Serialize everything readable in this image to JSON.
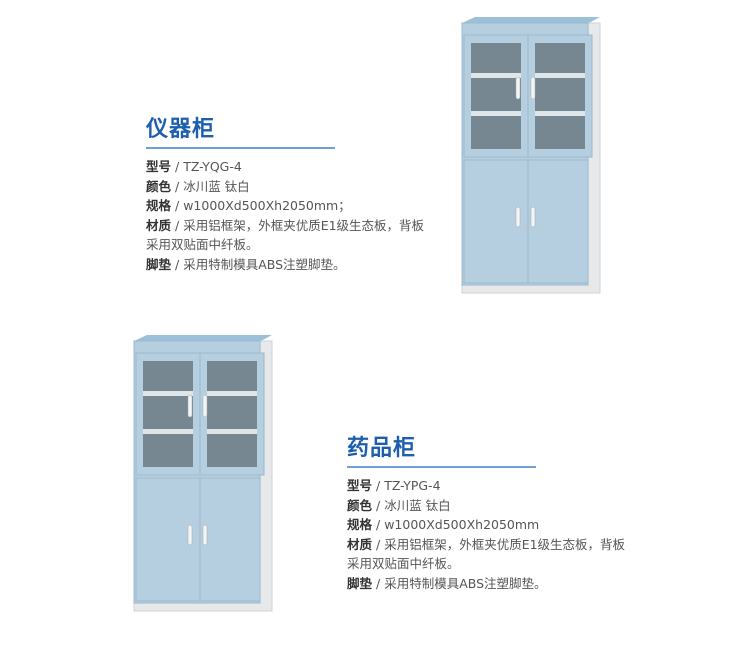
{
  "products": [
    {
      "title": "仪器柜",
      "specs": [
        {
          "label": "型号",
          "value": "TZ-YQG-4"
        },
        {
          "label": "颜色",
          "value": "冰川蓝 钛白"
        },
        {
          "label": "规格",
          "value": "w1000Xd500Xh2050mm；"
        },
        {
          "label": "材质",
          "value": "采用铝框架，外框夹优质E1级生态板，背板"
        },
        {
          "label": "",
          "value": "采用双贴面中纤板。"
        },
        {
          "label": "脚垫",
          "value": "采用特制模具ABS注塑脚垫。"
        }
      ]
    },
    {
      "title": "药品柜",
      "specs": [
        {
          "label": "型号",
          "value": "TZ-YPG-4"
        },
        {
          "label": "颜色",
          "value": "冰川蓝 钛白"
        },
        {
          "label": "规格",
          "value": "w1000Xd500Xh2050mm"
        },
        {
          "label": "材质",
          "value": "采用铝框架，外框夹优质E1级生态板，背板"
        },
        {
          "label": "",
          "value": "采用双贴面中纤板。"
        },
        {
          "label": "脚垫",
          "value": "采用特制模具ABS注塑脚垫。"
        }
      ]
    }
  ],
  "colors": {
    "accent": "#1d5fae",
    "cabinet": "#b5cfe0",
    "body": "#e8eaec"
  }
}
